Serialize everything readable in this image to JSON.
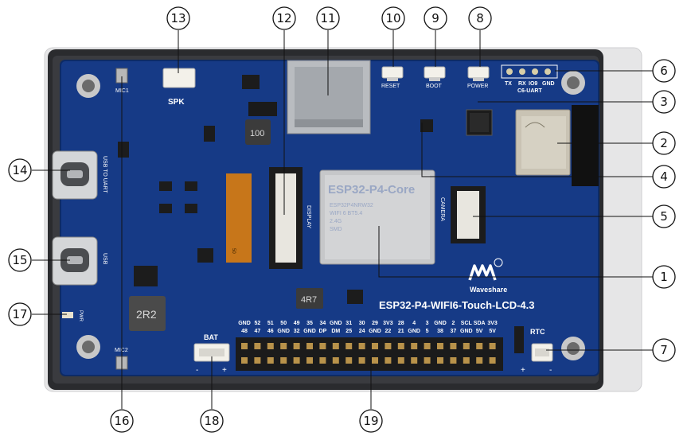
{
  "board": {
    "model": "ESP32-P4-WIFI6-Touch-LCD-4.3",
    "brand": "Waveshare",
    "module_label": "ESP32-P4-Core",
    "module_sub": [
      "ESP32P4NRW32",
      "WIFI 6 BT5.4",
      "2.4G",
      "SMD"
    ],
    "inductor_1": "100",
    "inductor_2": "2R2",
    "inductor_3": "4R7",
    "module_small_label": "50"
  },
  "silkscreen": {
    "spk": "SPK",
    "mic1": "MIC1",
    "mic2": "MIC2",
    "usb_to_uart": "USB TO UART",
    "usb": "USB",
    "pwr": "PWR",
    "display": "DISPLAY",
    "camera": "CAMERA",
    "reset": "RESET",
    "boot": "BOOT",
    "power": "POWER",
    "uart_pins": [
      "TX",
      "RX",
      "IO9",
      "GND"
    ],
    "c6_uart": "C6-UART",
    "bat": "BAT",
    "rtc": "RTC",
    "bat_polarity": [
      "-",
      "+"
    ],
    "rtc_polarity": [
      "+",
      "-"
    ],
    "header_top_row": [
      "GND",
      "52",
      "51",
      "50",
      "49",
      "35",
      "34",
      "GND",
      "31",
      "30",
      "29",
      "3V3",
      "28",
      "4",
      "3",
      "GND",
      "2",
      "SCL",
      "SDA",
      "3V3"
    ],
    "header_bottom_row": [
      "48",
      "47",
      "46",
      "GND",
      "32",
      "GND",
      "DP",
      "DM",
      "25",
      "24",
      "GND",
      "22",
      "21",
      "GND",
      "5",
      "38",
      "37",
      "GND",
      "5V",
      "5V"
    ]
  },
  "callouts": [
    {
      "id": "1",
      "label": "1"
    },
    {
      "id": "2",
      "label": "2"
    },
    {
      "id": "3",
      "label": "3"
    },
    {
      "id": "4",
      "label": "4"
    },
    {
      "id": "5",
      "label": "5"
    },
    {
      "id": "6",
      "label": "6"
    },
    {
      "id": "7",
      "label": "7"
    },
    {
      "id": "8",
      "label": "8"
    },
    {
      "id": "9",
      "label": "9"
    },
    {
      "id": "10",
      "label": "10"
    },
    {
      "id": "11",
      "label": "11"
    },
    {
      "id": "12",
      "label": "12"
    },
    {
      "id": "13",
      "label": "13"
    },
    {
      "id": "14",
      "label": "14"
    },
    {
      "id": "15",
      "label": "15"
    },
    {
      "id": "16",
      "label": "16"
    },
    {
      "id": "17",
      "label": "17"
    },
    {
      "id": "18",
      "label": "18"
    },
    {
      "id": "19",
      "label": "19"
    }
  ],
  "colors": {
    "pcb": "#163a86",
    "pcb_dark": "#0f2c6b",
    "frame": "#2a2b2e",
    "glass": "#e9e9ea",
    "header": "#1b1b1b",
    "pin_gold": "#b8924a",
    "connector_white": "#f3f1ea",
    "fpc": "#c7761a"
  }
}
